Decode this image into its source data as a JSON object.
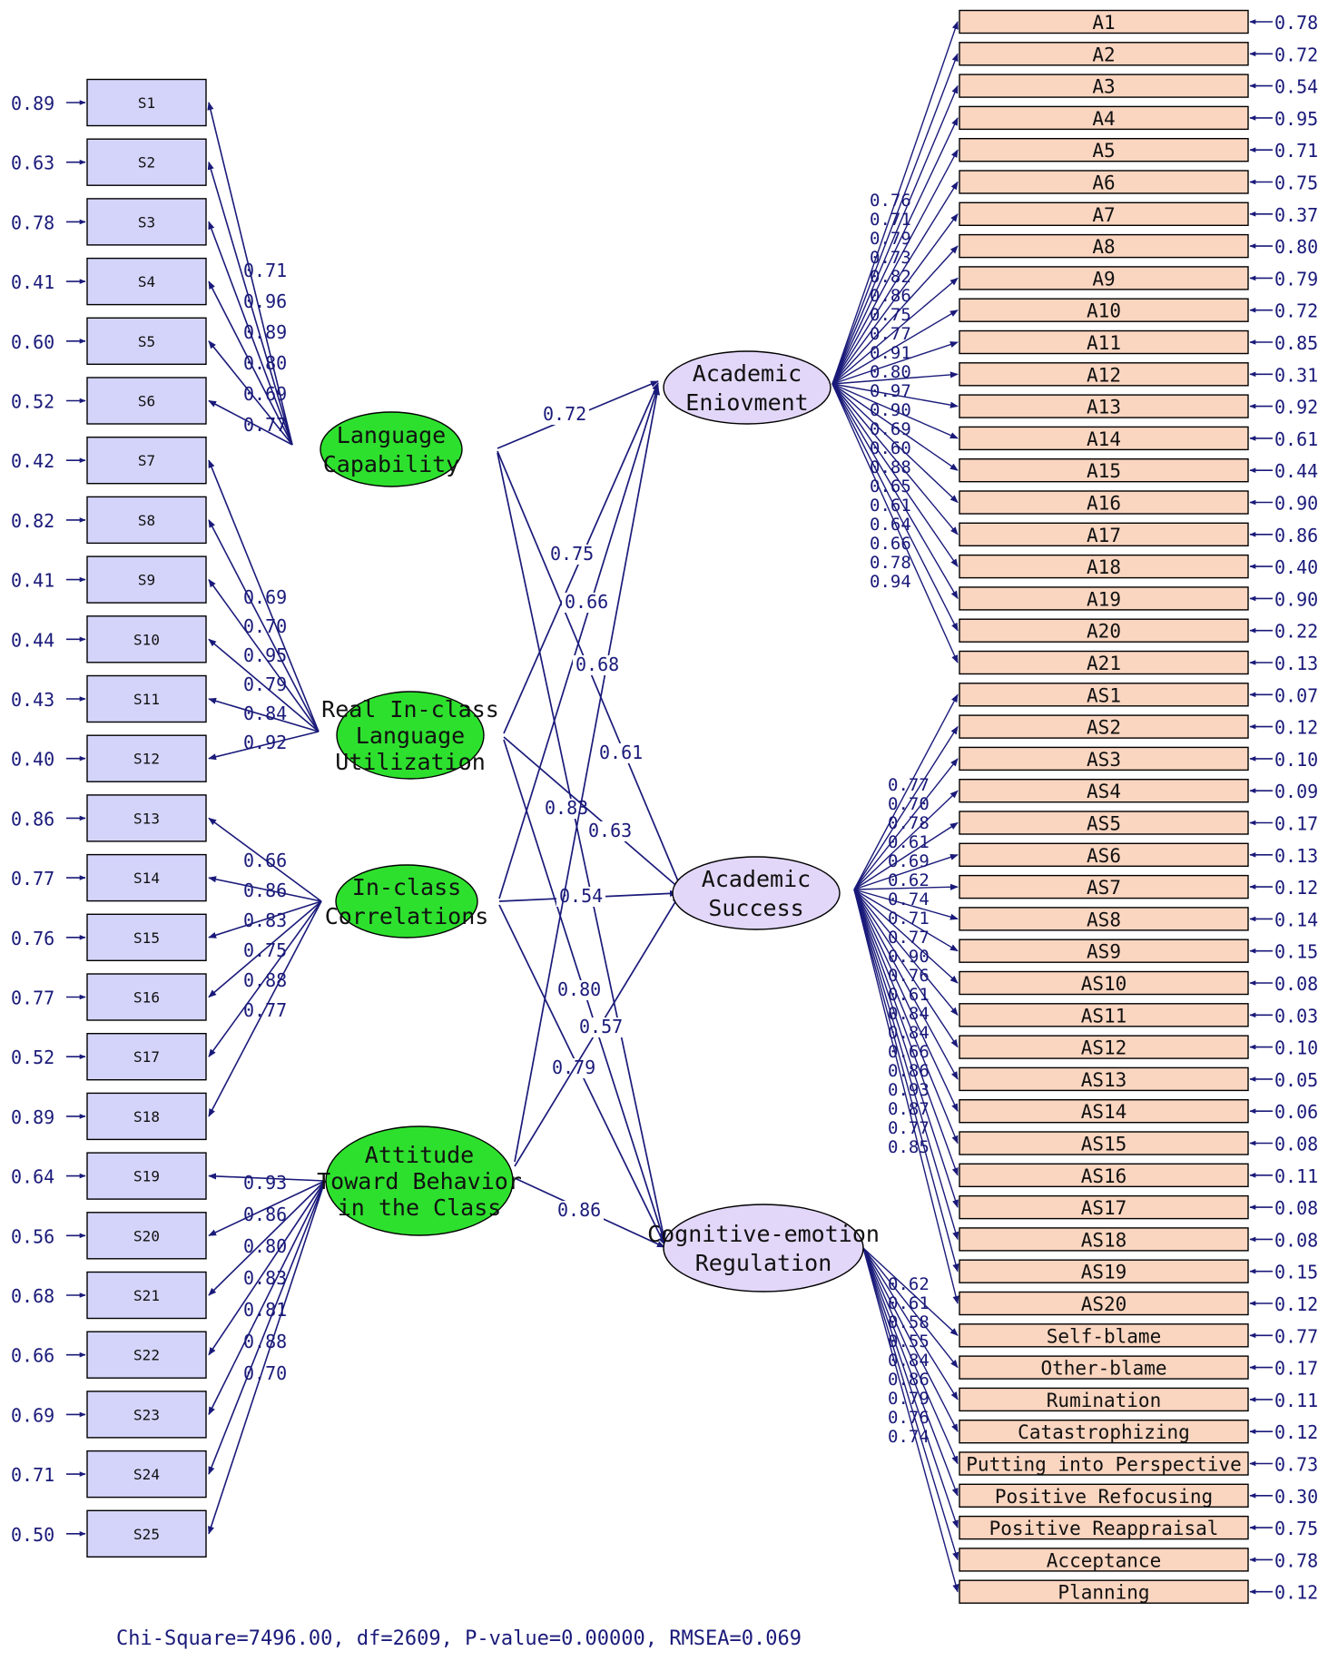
{
  "colors": {
    "line": "#1a1a7a",
    "text": "#1a1a7a",
    "s_box": "#d4d4fb",
    "a_box": "#fad5c0",
    "exo": "#2ee02e",
    "endo": "#e2d7f8"
  },
  "constructs": {
    "exogenous": [
      {
        "id": "LC",
        "lines": [
          "Language",
          "Capability"
        ]
      },
      {
        "id": "RIU",
        "lines": [
          "Real In-class",
          "Language",
          "Utilization"
        ]
      },
      {
        "id": "IC",
        "lines": [
          "In-class",
          "Correlations"
        ]
      },
      {
        "id": "ATB",
        "lines": [
          "Attitude",
          "Toward Behavior",
          "in the Class"
        ]
      }
    ],
    "endogenous": [
      {
        "id": "AE",
        "lines": [
          "Academic",
          "Eniovment"
        ]
      },
      {
        "id": "AS",
        "lines": [
          "Academic",
          "Success"
        ]
      },
      {
        "id": "CER",
        "lines": [
          "Cognitive-emotion",
          "Regulation"
        ]
      }
    ]
  },
  "s_items": [
    {
      "label": "S1",
      "error": "0.89",
      "loading": "0.71"
    },
    {
      "label": "S2",
      "error": "0.63",
      "loading": "0.96"
    },
    {
      "label": "S3",
      "error": "0.78",
      "loading": "0.89"
    },
    {
      "label": "S4",
      "error": "0.41",
      "loading": "0.80"
    },
    {
      "label": "S5",
      "error": "0.60",
      "loading": "0.69"
    },
    {
      "label": "S6",
      "error": "0.52",
      "loading": "0.77"
    },
    {
      "label": "S7",
      "error": "0.42",
      "loading": "0.69"
    },
    {
      "label": "S8",
      "error": "0.82",
      "loading": "0.70"
    },
    {
      "label": "S9",
      "error": "0.41",
      "loading": "0.95"
    },
    {
      "label": "S10",
      "error": "0.44",
      "loading": "0.79"
    },
    {
      "label": "S11",
      "error": "0.43",
      "loading": "0.84"
    },
    {
      "label": "S12",
      "error": "0.40",
      "loading": "0.92"
    },
    {
      "label": "S13",
      "error": "0.86",
      "loading": "0.66"
    },
    {
      "label": "S14",
      "error": "0.77",
      "loading": "0.86"
    },
    {
      "label": "S15",
      "error": "0.76",
      "loading": "0.83"
    },
    {
      "label": "S16",
      "error": "0.77",
      "loading": "0.75"
    },
    {
      "label": "S17",
      "error": "0.52",
      "loading": "0.88"
    },
    {
      "label": "S18",
      "error": "0.89",
      "loading": "0.77"
    },
    {
      "label": "S19",
      "error": "0.64",
      "loading": "0.93"
    },
    {
      "label": "S20",
      "error": "0.56",
      "loading": "0.86"
    },
    {
      "label": "S21",
      "error": "0.68",
      "loading": "0.80"
    },
    {
      "label": "S22",
      "error": "0.66",
      "loading": "0.83"
    },
    {
      "label": "S23",
      "error": "0.69",
      "loading": "0.81"
    },
    {
      "label": "S24",
      "error": "0.71",
      "loading": "0.88"
    },
    {
      "label": "S25",
      "error": "0.50",
      "loading": "0.70"
    }
  ],
  "r_items": [
    {
      "label": "A1",
      "error": "0.78",
      "loading": "0.76"
    },
    {
      "label": "A2",
      "error": "0.72",
      "loading": "0.71"
    },
    {
      "label": "A3",
      "error": "0.54",
      "loading": "0.79"
    },
    {
      "label": "A4",
      "error": "0.95",
      "loading": "0.73"
    },
    {
      "label": "A5",
      "error": "0.71",
      "loading": "0.82"
    },
    {
      "label": "A6",
      "error": "0.75",
      "loading": "0.86"
    },
    {
      "label": "A7",
      "error": "0.37",
      "loading": "0.75"
    },
    {
      "label": "A8",
      "error": "0.80",
      "loading": "0.77"
    },
    {
      "label": "A9",
      "error": "0.79",
      "loading": "0.91"
    },
    {
      "label": "A10",
      "error": "0.72",
      "loading": "0.80"
    },
    {
      "label": "A11",
      "error": "0.85",
      "loading": "0.97"
    },
    {
      "label": "A12",
      "error": "0.31",
      "loading": "0.90"
    },
    {
      "label": "A13",
      "error": "0.92",
      "loading": "0.69"
    },
    {
      "label": "A14",
      "error": "0.61",
      "loading": "0.60"
    },
    {
      "label": "A15",
      "error": "0.44",
      "loading": "0.88"
    },
    {
      "label": "A16",
      "error": "0.90",
      "loading": "0.65"
    },
    {
      "label": "A17",
      "error": "0.86",
      "loading": "0.61"
    },
    {
      "label": "A18",
      "error": "0.40",
      "loading": "0.64"
    },
    {
      "label": "A19",
      "error": "0.90",
      "loading": "0.66"
    },
    {
      "label": "A20",
      "error": "0.22",
      "loading": "0.78"
    },
    {
      "label": "A21",
      "error": "0.13",
      "loading": "0.94"
    },
    {
      "label": "AS1",
      "error": "0.07",
      "loading": "0.77"
    },
    {
      "label": "AS2",
      "error": "0.12",
      "loading": "0.70"
    },
    {
      "label": "AS3",
      "error": "0.10",
      "loading": "0.78"
    },
    {
      "label": "AS4",
      "error": "0.09",
      "loading": "0.61"
    },
    {
      "label": "AS5",
      "error": "0.17",
      "loading": "0.69"
    },
    {
      "label": "AS6",
      "error": "0.13",
      "loading": "0.62"
    },
    {
      "label": "AS7",
      "error": "0.12",
      "loading": "0.74"
    },
    {
      "label": "AS8",
      "error": "0.14",
      "loading": "0.71"
    },
    {
      "label": "AS9",
      "error": "0.15",
      "loading": "0.77"
    },
    {
      "label": "AS10",
      "error": "0.08",
      "loading": "0.90"
    },
    {
      "label": "AS11",
      "error": "0.03",
      "loading": "0.76"
    },
    {
      "label": "AS12",
      "error": "0.10",
      "loading": "0.61"
    },
    {
      "label": "AS13",
      "error": "0.05",
      "loading": "0.84"
    },
    {
      "label": "AS14",
      "error": "0.06",
      "loading": "0.84"
    },
    {
      "label": "AS15",
      "error": "0.08",
      "loading": "0.66"
    },
    {
      "label": "AS16",
      "error": "0.11",
      "loading": "0.86"
    },
    {
      "label": "AS17",
      "error": "0.08",
      "loading": "0.93"
    },
    {
      "label": "AS18",
      "error": "0.08",
      "loading": "0.87"
    },
    {
      "label": "AS19",
      "error": "0.15",
      "loading": "0.77"
    },
    {
      "label": "AS20",
      "error": "0.12",
      "loading": "0.85"
    },
    {
      "label": "Self-blame",
      "error": "0.77",
      "loading": "0.62"
    },
    {
      "label": "Other-blame",
      "error": "0.17",
      "loading": "0.61"
    },
    {
      "label": "Rumination",
      "error": "0.11",
      "loading": "0.58"
    },
    {
      "label": "Catastrophizing",
      "error": "0.12",
      "loading": "0.55"
    },
    {
      "label": "Putting into Perspective",
      "error": "0.73",
      "loading": "0.84"
    },
    {
      "label": "Positive Refocusing",
      "error": "0.30",
      "loading": "0.86"
    },
    {
      "label": "Positive Reappraisal",
      "error": "0.75",
      "loading": "0.79"
    },
    {
      "label": "Acceptance",
      "error": "0.78",
      "loading": "0.76"
    },
    {
      "label": "Planning",
      "error": "0.12",
      "loading": "0.74"
    }
  ],
  "paths": [
    {
      "from": "LC",
      "to": "AE",
      "coef": "0.72"
    },
    {
      "from": "LC",
      "to": "AS",
      "coef": "0.61"
    },
    {
      "from": "LC",
      "to": "CER",
      "coef": "0.83"
    },
    {
      "from": "RIU",
      "to": "AE",
      "coef": "0.75"
    },
    {
      "from": "RIU",
      "to": "AS",
      "coef": "0.63"
    },
    {
      "from": "RIU",
      "to": "CER",
      "coef": "0.80"
    },
    {
      "from": "IC",
      "to": "AE",
      "coef": "0.66"
    },
    {
      "from": "IC",
      "to": "AS",
      "coef": "0.54"
    },
    {
      "from": "IC",
      "to": "CER",
      "coef": "0.79"
    },
    {
      "from": "ATB",
      "to": "AE",
      "coef": "0.68"
    },
    {
      "from": "ATB",
      "to": "AS",
      "coef": "0.57"
    },
    {
      "from": "ATB",
      "to": "CER",
      "coef": "0.86"
    }
  ],
  "fit_statistics": "Chi-Square=7496.00, df=2609, P-value=0.00000, RMSEA=0.069"
}
